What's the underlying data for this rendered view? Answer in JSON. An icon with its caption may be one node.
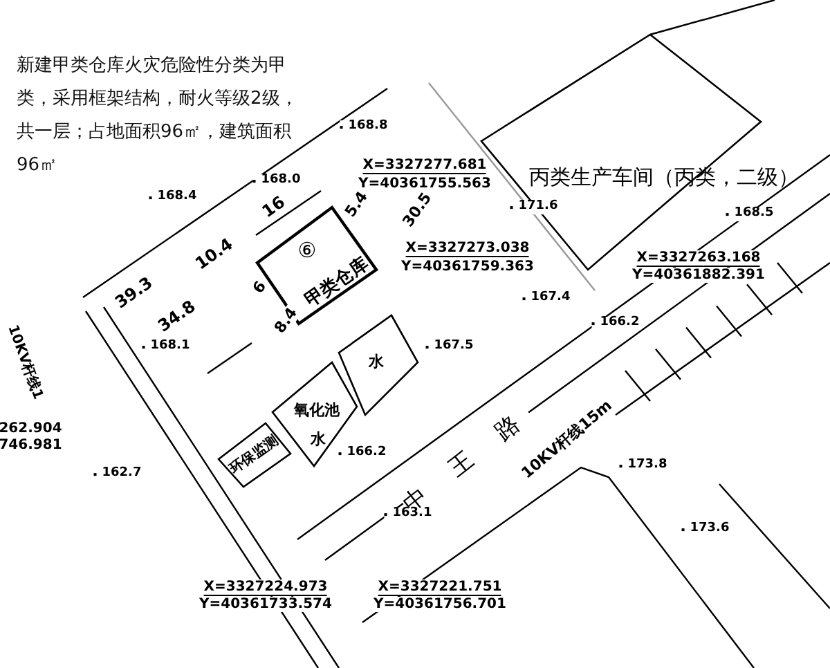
{
  "diagram": {
    "nodes": [
      {
        "text": [
          "⑥",
          "甲类仓库"
        ]
      },
      {
        "text": [
          "丙类生产车间（丙类，二级）"
        ]
      },
      {
        "text": [
          "氧化池",
          "水"
        ]
      },
      {
        "text": [
          "水"
        ]
      },
      {
        "text": [
          "环保监测"
        ]
      }
    ],
    "labels": [
      "新建甲类仓库火灾危险性分类为甲类，采用框架结构，耐火等级2级，共一层；占地面积96㎡，建筑面积96㎡",
      "168.8",
      "X=3327277.681",
      "Y=40361755.563",
      "168.0",
      "168.4",
      "171.6",
      "16",
      "5.4",
      "30.5",
      "168.5",
      "10.4",
      "X=3327273.038",
      "Y=40361759.363",
      "X=3327263.168",
      "Y=40361882.391",
      "39.3",
      "6",
      "167.4",
      "34.8",
      "8.4",
      "166.2",
      "168.1",
      "167.5",
      "10KV杆线1",
      "262.904",
      "746.981",
      "166.2",
      "162.7",
      "中 王 路",
      "10KV杆线15m",
      "173.8",
      "163.1",
      "173.6",
      "X=3327224.973",
      "Y=40361733.574",
      "X=3327221.751",
      "Y=40361756.701"
    ]
  }
}
